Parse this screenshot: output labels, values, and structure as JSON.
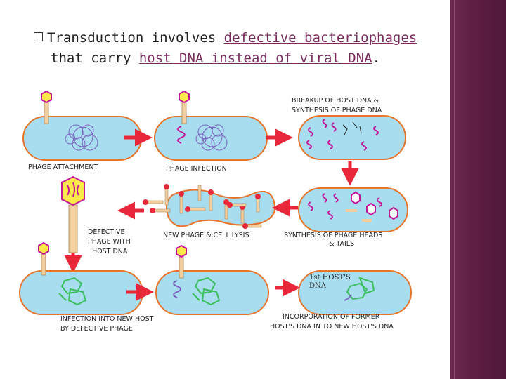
{
  "slide": {
    "bullet_prefix": "Transduction involves ",
    "bullet_highlight1": "defective bacteriophages",
    "bullet_line2_prefix": "that carry ",
    "bullet_highlight2": "host DNA instead of viral DNA",
    "bullet_end": "."
  },
  "labels": {
    "breakup": "BREAKUP OF HOST DNA &",
    "synthesis_dna": "SYNTHESIS OF PHAGE DNA",
    "attachment": "PHAGE ATTACHMENT",
    "infection": "PHAGE INFECTION",
    "defective1": "DEFECTIVE",
    "defective2": "PHAGE WITH",
    "defective3": "HOST DNA",
    "lysis": "NEW PHAGE & CELL LYSIS",
    "heads1": "SYNTHESIS OF PHAGE HEADS",
    "heads2": "& TAILS",
    "host1": "1st HOST'S",
    "host2": "DNA",
    "newhost1": "INFECTION INTO NEW HOST",
    "newhost2": "BY DEFECTIVE PHAGE",
    "incorp1": "INCORPORATION OF FORMER",
    "incorp2": "HOST'S DNA IN TO NEW HOST'S DNA"
  },
  "colors": {
    "cell_fill": "#a8dcef",
    "cell_border": "#e7742a",
    "arrow": "#e8283a",
    "phage_head": "#c3179a",
    "phage_tail": "#f2cfa0",
    "dna_host": "#7b5fbe",
    "dna_green": "#3bbf5c",
    "sidebar": "#5e1f44"
  }
}
